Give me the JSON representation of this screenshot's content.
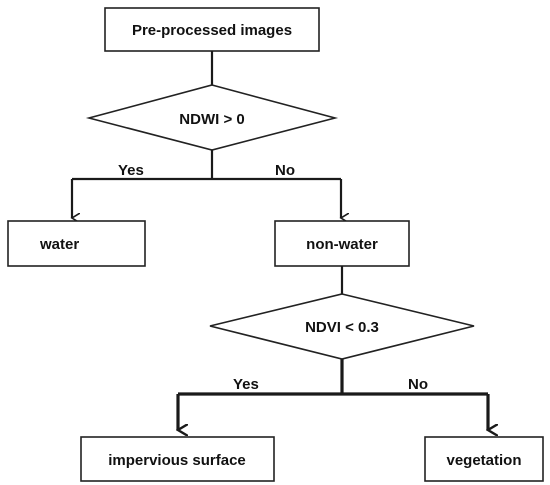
{
  "diagram": {
    "nodes": {
      "start": "Pre-processed images",
      "decision_ndwi": "NDWI > 0",
      "water": "water",
      "non_water": "non-water",
      "decision_ndvi": "NDVI < 0.3",
      "impervious": "impervious surface",
      "vegetation": "vegetation"
    },
    "edges": {
      "ndwi_yes": "Yes",
      "ndwi_no": "No",
      "ndvi_yes": "Yes",
      "ndvi_no": "No"
    }
  }
}
